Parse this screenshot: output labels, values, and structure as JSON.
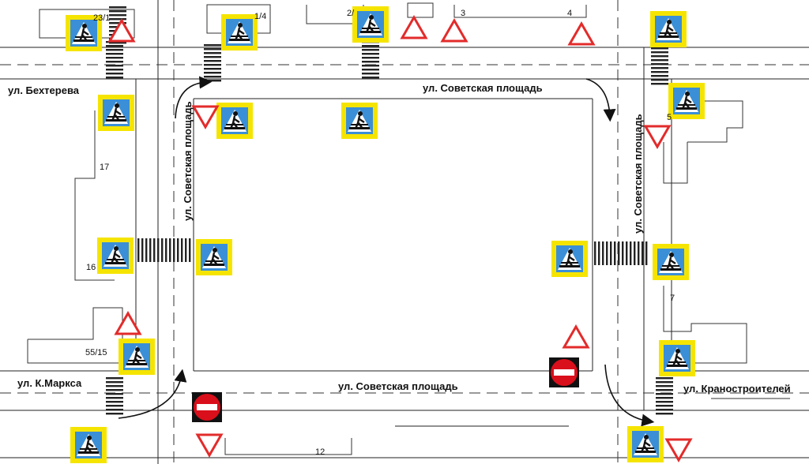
{
  "streets": {
    "bekhtereva": "ул. Бехтерева",
    "sovetskaya_top": "ул. Советская площадь",
    "sovetskaya_left": "ул. Советская площадь",
    "sovetskaya_right": "ул. Советская площадь",
    "sovetskaya_bottom": "ул. Советская площадь",
    "k_marksa": "ул. К.Маркса",
    "kranostroiteley": "ул. Краностроителей"
  },
  "houses": {
    "h1": "23/1",
    "h2": "1/4",
    "h3": "2/",
    "h4": "3",
    "h5": "4",
    "h6": "5",
    "h7": "17",
    "h8": "16",
    "h9": "55/15",
    "h10": "7",
    "h11": "12"
  },
  "colors": {
    "sign_frame": "#f5e400",
    "sign_blue": "#3b8fd6",
    "warning_red": "#e32b2b",
    "no_entry_red": "#d90f1b",
    "building_line": "#333333",
    "road_line": "#222222"
  },
  "legend_icons": {
    "crosswalk_sign": "pedestrian-crossing-sign-icon",
    "warning_sign": "pedestrian-warning-triangle-icon",
    "yield_sign": "yield-triangle-icon",
    "no_entry_sign": "no-entry-sign-icon",
    "zebra": "zebra-crossing-icon",
    "arrow": "traffic-direction-arrow-icon"
  }
}
